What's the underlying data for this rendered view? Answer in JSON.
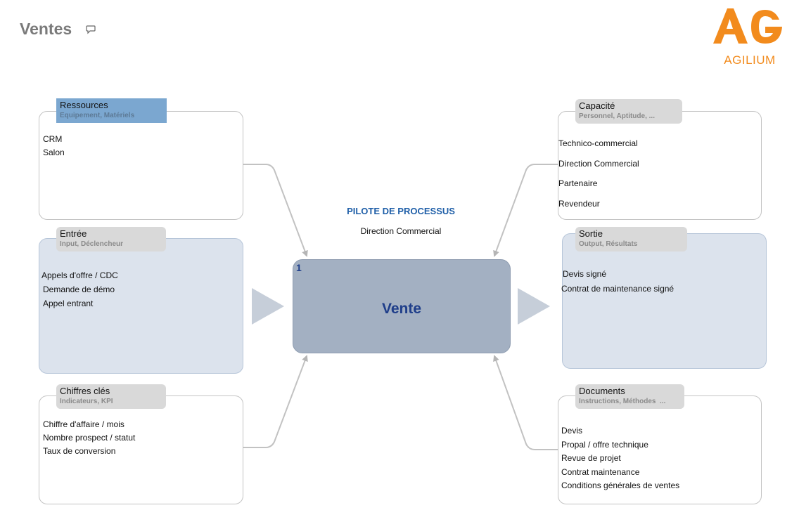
{
  "page": {
    "title": "Ventes"
  },
  "logo": {
    "letters": "AG",
    "name": "AGILIUM",
    "color": "#f28b1d"
  },
  "pilote": {
    "label": "PILOTE DE PROCESSUS",
    "value": "Direction Commercial"
  },
  "process": {
    "number": "1",
    "name": "Vente"
  },
  "panels": {
    "ressources": {
      "title": "Ressources",
      "subtitle": "Equipement, Matériels",
      "items": [
        "CRM",
        "Salon"
      ]
    },
    "entree": {
      "title": "Entrée",
      "subtitle": "Input, Déclencheur",
      "items": [
        "Appels d'offre / CDC",
        "Demande de démo",
        "Appel entrant"
      ]
    },
    "chiffres": {
      "title": "Chiffres clés",
      "subtitle": "Indicateurs, KPI",
      "items": [
        "Chiffre d'affaire / mois",
        "Nombre prospect / statut",
        "Taux de conversion"
      ]
    },
    "capacite": {
      "title": "Capacité",
      "subtitle": "Personnel, Aptitude, ...",
      "items": [
        "Technico-commercial",
        "Direction Commercial",
        "Partenaire",
        "Revendeur"
      ]
    },
    "sortie": {
      "title": "Sortie",
      "subtitle": "Output, Résultats",
      "items": [
        "Devis signé",
        "Contrat de maintenance signé"
      ]
    },
    "documents": {
      "title": "Documents",
      "subtitle": "Instructions, Méthodes  ...",
      "items": [
        "Devis",
        "Propal / offre technique",
        "Revue de projet",
        "Contrat maintenance",
        "Conditions générales de ventes"
      ]
    }
  },
  "colors": {
    "ressources_tag": "#7ba7d0",
    "blue_panel": "#dce3ed",
    "center_box": "#a3b0c2",
    "center_text": "#1f3e8a",
    "pilote_text": "#1f5fa8"
  }
}
